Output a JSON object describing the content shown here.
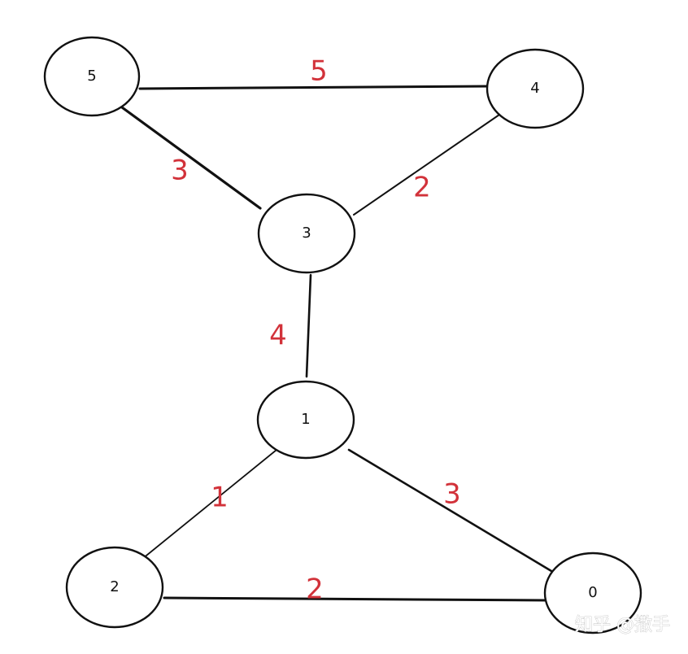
{
  "diagram": {
    "colors": {
      "edge": "#111111",
      "node_outline": "#111111",
      "node_fill": "#ffffff",
      "weight": "#d2323a",
      "background": "#ffffff",
      "watermark": "#bfbfbf"
    },
    "nodes": [
      {
        "id": "5",
        "label": "5"
      },
      {
        "id": "4",
        "label": "4"
      },
      {
        "id": "3",
        "label": "3"
      },
      {
        "id": "1",
        "label": "1"
      },
      {
        "id": "2",
        "label": "2"
      },
      {
        "id": "0",
        "label": "0"
      }
    ],
    "edges": [
      {
        "from": "5",
        "to": "4",
        "weight": "5"
      },
      {
        "from": "5",
        "to": "3",
        "weight": "3"
      },
      {
        "from": "4",
        "to": "3",
        "weight": "2"
      },
      {
        "from": "3",
        "to": "1",
        "weight": "4"
      },
      {
        "from": "1",
        "to": "2",
        "weight": "1"
      },
      {
        "from": "1",
        "to": "0",
        "weight": "3"
      },
      {
        "from": "2",
        "to": "0",
        "weight": "2"
      }
    ],
    "watermark": "知乎 @撒手"
  }
}
